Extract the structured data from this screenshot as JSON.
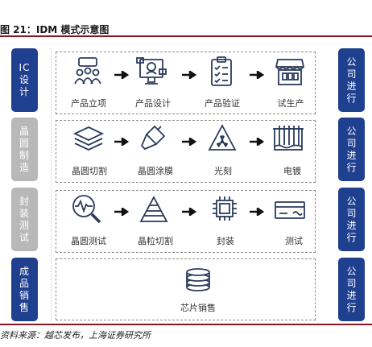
{
  "figure_title": "图 21：IDM 模式示意图",
  "source": "资料来源：越芯发布，上海证券研究所",
  "rows": [
    {
      "left_lines": [
        "IC",
        "设",
        "计"
      ],
      "left_style": "blue",
      "right_lines": [
        "公",
        "司",
        "进",
        "行"
      ],
      "steps": [
        "产品立项",
        "产品设计",
        "产品验证",
        "试生产"
      ],
      "icons": [
        "people-icon",
        "computer-design-icon",
        "clipboard-checklist-icon",
        "storefront-icon"
      ]
    },
    {
      "left_lines": [
        "晶",
        "圆",
        "制",
        "造"
      ],
      "left_style": "gray",
      "right_lines": [
        "公",
        "司",
        "进",
        "行"
      ],
      "steps": [
        "晶圆切割",
        "晶圆涂膜",
        "光刻",
        "电镀"
      ],
      "icons": [
        "layers-icon",
        "paint-brush-icon",
        "radiation-icon",
        "plating-tank-icon"
      ]
    },
    {
      "left_lines": [
        "封",
        "装",
        "测",
        "试"
      ],
      "left_style": "gray",
      "right_lines": [
        "公",
        "司",
        "进",
        "行"
      ],
      "steps": [
        "晶圆测试",
        "晶粒切割",
        "封装",
        "测试"
      ],
      "icons": [
        "waveform-magnifier-icon",
        "pyramid-icon",
        "chip-icon",
        "test-card-icon"
      ]
    },
    {
      "left_lines": [
        "成",
        "品",
        "销",
        "售"
      ],
      "left_style": "blue",
      "right_lines": [
        "公",
        "司",
        "进",
        "行"
      ],
      "steps": [
        "芯片销售"
      ],
      "icons": [
        "coin-stack-icon"
      ]
    }
  ]
}
